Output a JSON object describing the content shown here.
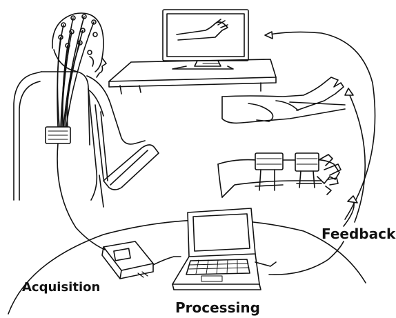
{
  "labels": {
    "acquisition": "Acquisition",
    "processing": "Processing",
    "feedback": "Feedback"
  },
  "colors": {
    "ink": "#111111",
    "background": "#ffffff"
  }
}
